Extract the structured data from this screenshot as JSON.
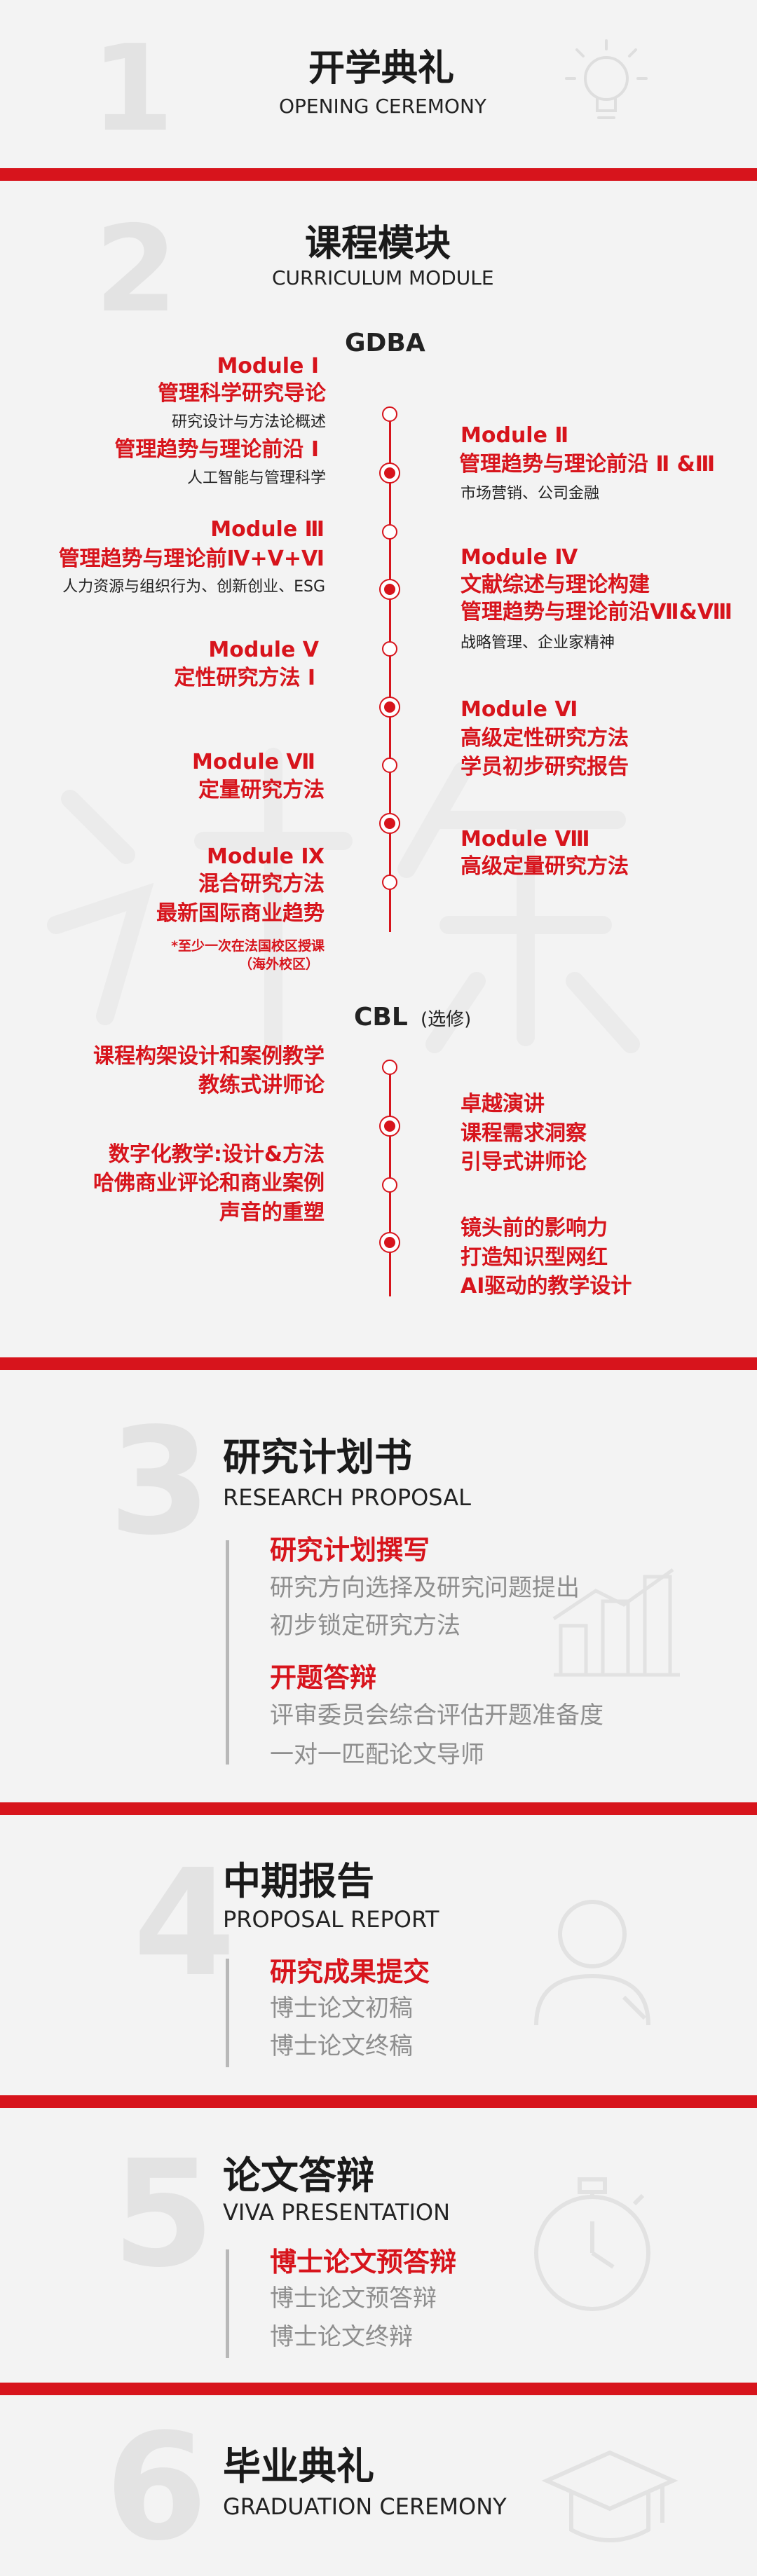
{
  "sections": {
    "s1": {
      "num": "1",
      "cn": "开学典礼",
      "en": "OPENING CEREMONY",
      "icon": "lightbulb-icon"
    },
    "s2": {
      "num": "2",
      "cn": "课程模块",
      "en": "CURRICULUM MODULE"
    },
    "s3": {
      "num": "3",
      "cn": "研究计划书",
      "en": "RESEARCH PROPOSAL",
      "icon": "building-chart-icon",
      "items": [
        {
          "title": "研究计划撰写",
          "lines": [
            "研究方向选择及研究问题提出",
            "初步锁定研究方法"
          ]
        },
        {
          "title": "开题答辩",
          "lines": [
            "评审委员会综合评估开题准备度",
            "一对一匹配论文导师"
          ]
        }
      ]
    },
    "s4": {
      "num": "4",
      "cn": "中期报告",
      "en": "PROPOSAL REPORT",
      "icon": "person-icon",
      "items": [
        {
          "title": "研究成果提交",
          "lines": [
            "博士论文初稿",
            "博士论文终稿"
          ]
        }
      ]
    },
    "s5": {
      "num": "5",
      "cn": "论文答辩",
      "en": "VIVA PRESENTATION",
      "icon": "stopwatch-icon",
      "items": [
        {
          "title": "博士论文预答辩",
          "lines": [
            "博士论文预答辩",
            "博士论文终辩"
          ]
        }
      ]
    },
    "s6": {
      "num": "6",
      "cn": "毕业典礼",
      "en": "GRADUATION CEREMONY",
      "icon": "graduation-cap-icon"
    }
  },
  "gdba": {
    "heading": "GDBA",
    "m1": {
      "name": "Module Ⅰ",
      "t1": "管理科学研究导论",
      "s1": "研究设计与方法论概述",
      "t2": "管理趋势与理论前沿 Ⅰ",
      "s2": "人工智能与管理科学"
    },
    "m2": {
      "name": "Module Ⅱ",
      "t1": "管理趋势与理论前沿 Ⅱ &Ⅲ",
      "s1": "市场营销、公司金融"
    },
    "m3": {
      "name": "Module Ⅲ",
      "t1": "管理趋势与理论前Ⅳ+Ⅴ+Ⅵ",
      "s1": "人力资源与组织行为、创新创业、ESG"
    },
    "m4": {
      "name": "Module Ⅳ",
      "t1": "文献综述与理论构建",
      "t2": "管理趋势与理论前沿Ⅶ&Ⅷ",
      "s1": "战略管理、企业家精神"
    },
    "m5": {
      "name": "Module Ⅴ",
      "t1": "定性研究方法 Ⅰ"
    },
    "m6": {
      "name": "Module Ⅵ",
      "t1": "高级定性研究方法",
      "t2": "学员初步研究报告"
    },
    "m7": {
      "name": "Module Ⅶ",
      "t1": "定量研究方法"
    },
    "m8": {
      "name": "Module Ⅷ",
      "t1": "高级定量研究方法"
    },
    "m9": {
      "name": "Module Ⅸ",
      "t1": "混合研究方法",
      "t2": "最新国际商业趋势",
      "n1": "*至少一次在法国校区授课",
      "n2": "（海外校区）"
    }
  },
  "cbl": {
    "heading": "CBL",
    "heading_note": "(选修)",
    "l1": [
      "课程构架设计和案例教学",
      "教练式讲师论"
    ],
    "r1": [
      "卓越演讲",
      "课程需求洞察",
      "引导式讲师论"
    ],
    "l2": [
      "数字化教学:设计&方法",
      "哈佛商业评论和商业案例",
      "声音的重塑"
    ],
    "r2": [
      "镜头前的影响力",
      "打造知识型网红",
      "AI驱动的教学设计"
    ]
  },
  "colors": {
    "accent": "#d7141c",
    "bg": "#f3f3f3",
    "bignum": "#e3e3e3"
  }
}
